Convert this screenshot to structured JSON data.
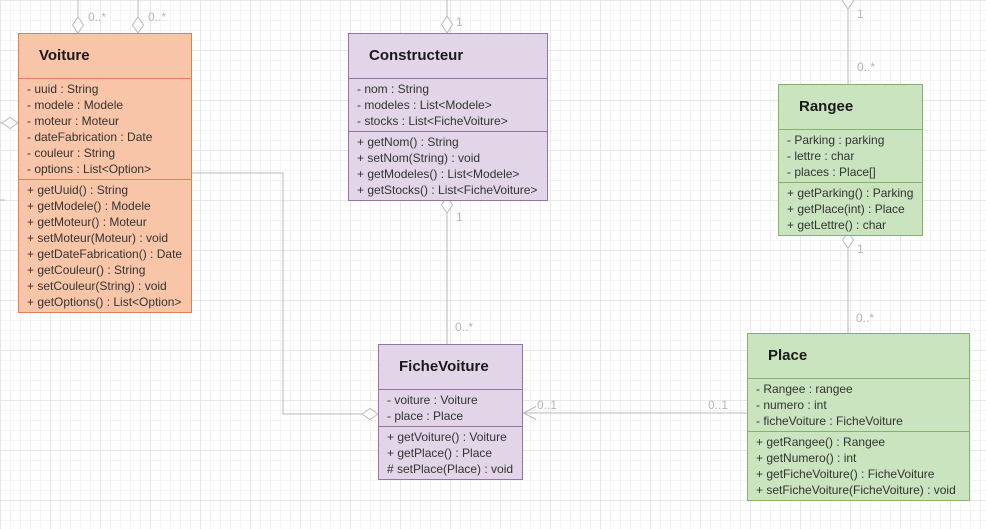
{
  "diagram": {
    "type": "uml-class-diagram",
    "classes": [
      {
        "name": "Voiture",
        "fill": "#F8C5A8",
        "border": "#E07E5A",
        "attributes": [
          "- uuid : String",
          "- modele : Modele",
          "- moteur : Moteur",
          "- dateFabrication : Date",
          "- couleur : String",
          "- options : List<Option>"
        ],
        "methods": [
          "+ getUuid() : String",
          "+ getModele() : Modele",
          "+ getMoteur() : Moteur",
          "+ setMoteur(Moteur) : void",
          "+ getDateFabrication() : Date",
          "+ getCouleur() : String",
          "+ setCouleur(String) : void",
          "+ getOptions() : List<Option>"
        ]
      },
      {
        "name": "Constructeur",
        "fill": "#E1D5E7",
        "border": "#9673A6",
        "attributes": [
          "- nom : String",
          "- modeles : List<Modele>",
          "- stocks : List<FicheVoiture>"
        ],
        "methods": [
          "+ getNom() : String",
          "+ setNom(String) : void",
          "+ getModeles() : List<Modele>",
          "+ getStocks() : List<FicheVoiture>"
        ]
      },
      {
        "name": "Rangee",
        "fill": "#C9E4BE",
        "border": "#82B366",
        "attributes": [
          "- Parking : parking",
          "- lettre : char",
          "- places : Place[]"
        ],
        "methods": [
          "+ getParking() : Parking",
          "+ getPlace(int) : Place",
          "+ getLettre() : char"
        ]
      },
      {
        "name": "FicheVoiture",
        "fill": "#E1D5E7",
        "border": "#9673A6",
        "attributes": [
          "- voiture : Voiture",
          "- place : Place"
        ],
        "methods": [
          "+ getVoiture() : Voiture",
          "+ getPlace() : Place",
          "# setPlace(Place) : void"
        ]
      },
      {
        "name": "Place",
        "fill": "#C9E4BE",
        "border": "#82B366",
        "attributes": [
          "- Rangee : rangee",
          "- numero : int",
          "- ficheVoiture : FicheVoiture"
        ],
        "methods": [
          "+ getRangee() : Rangee",
          "+ getNumero() : int",
          "+ getFicheVoiture() : FicheVoiture",
          "+ setFicheVoiture(FicheVoiture) : void"
        ]
      }
    ],
    "edge_labels": [
      {
        "edge": "top-to-voiture-left",
        "text": "0..*"
      },
      {
        "edge": "top-to-voiture-right",
        "text": "0..*"
      },
      {
        "edge": "top-to-constructeur",
        "text": "1"
      },
      {
        "edge": "top-to-rangee-source",
        "text": "1"
      },
      {
        "edge": "top-to-rangee-target",
        "text": "0..*"
      },
      {
        "edge": "constructeur-to-fichevoiture-source",
        "text": "1"
      },
      {
        "edge": "constructeur-to-fichevoiture-target",
        "text": "0..*"
      },
      {
        "edge": "rangee-to-place-source",
        "text": "1"
      },
      {
        "edge": "rangee-to-place-target",
        "text": "0..*"
      },
      {
        "edge": "fichevoiture-to-place-near-fichevoiture",
        "text": "0..1"
      },
      {
        "edge": "fichevoiture-to-place-near-place",
        "text": "0..1"
      }
    ],
    "edge_color": "#B9B9B9",
    "label_color": "#B5B5B5"
  }
}
